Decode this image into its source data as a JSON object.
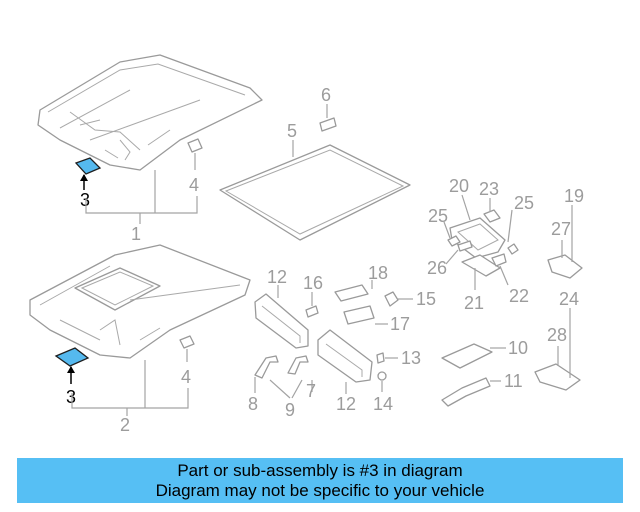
{
  "callouts": {
    "c1": "1",
    "c2": "2",
    "c3a": "3",
    "c3b": "3",
    "c4a": "4",
    "c4b": "4",
    "c5": "5",
    "c6": "6",
    "c7": "7",
    "c8": "8",
    "c9": "9",
    "c10": "10",
    "c11": "11",
    "c12a": "12",
    "c12b": "12",
    "c13": "13",
    "c14": "14",
    "c15": "15",
    "c16": "16",
    "c17": "17",
    "c18": "18",
    "c19": "19",
    "c20": "20",
    "c21": "21",
    "c22": "22",
    "c23": "23",
    "c24": "24",
    "c25a": "25",
    "c25b": "25",
    "c26": "26",
    "c27": "27",
    "c28": "28"
  },
  "banner": {
    "line1": "Part or sub-assembly is #3 in diagram",
    "line2": "Diagram may not be specific to your vehicle"
  },
  "colors": {
    "highlight": "#55b9ef",
    "banner": "#56bff4",
    "line": "#9a9a9a"
  }
}
